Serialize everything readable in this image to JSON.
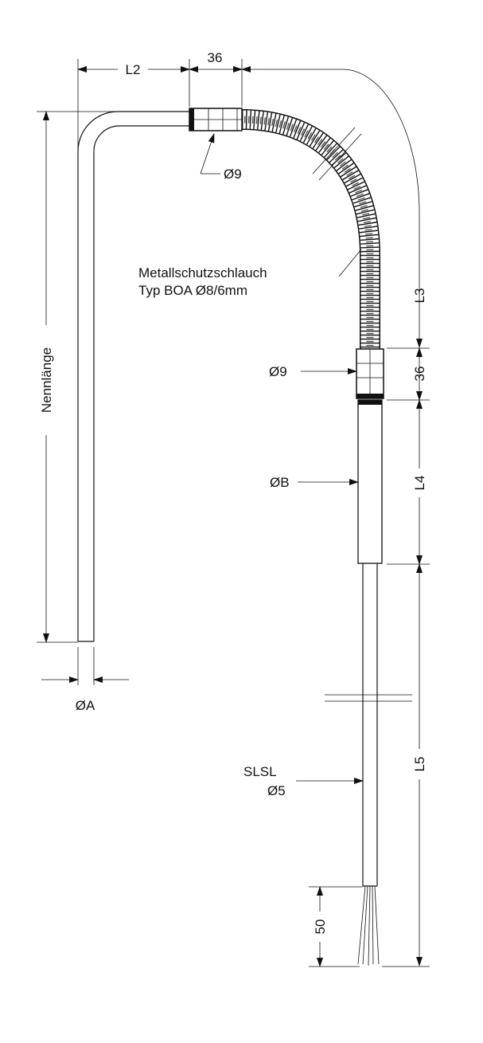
{
  "labels": {
    "hose_line1": "Metallschutzschlauch",
    "hose_line2": "Typ BOA Ø8/6mm",
    "dia9_top": "Ø9",
    "dia9_mid": "Ø9",
    "dia_b": "ØB",
    "slsl_line1": "SLSL",
    "slsl_line2": "Ø5",
    "dia_a": "ØA"
  },
  "dimensions": {
    "L2": "L2",
    "top_36": "36",
    "L3": "L3",
    "side_36": "36",
    "L4": "L4",
    "L5": "L5",
    "fifty": "50",
    "nennlaenge": "Nennlänge"
  },
  "colors": {
    "line": "#111111",
    "background": "#ffffff"
  }
}
